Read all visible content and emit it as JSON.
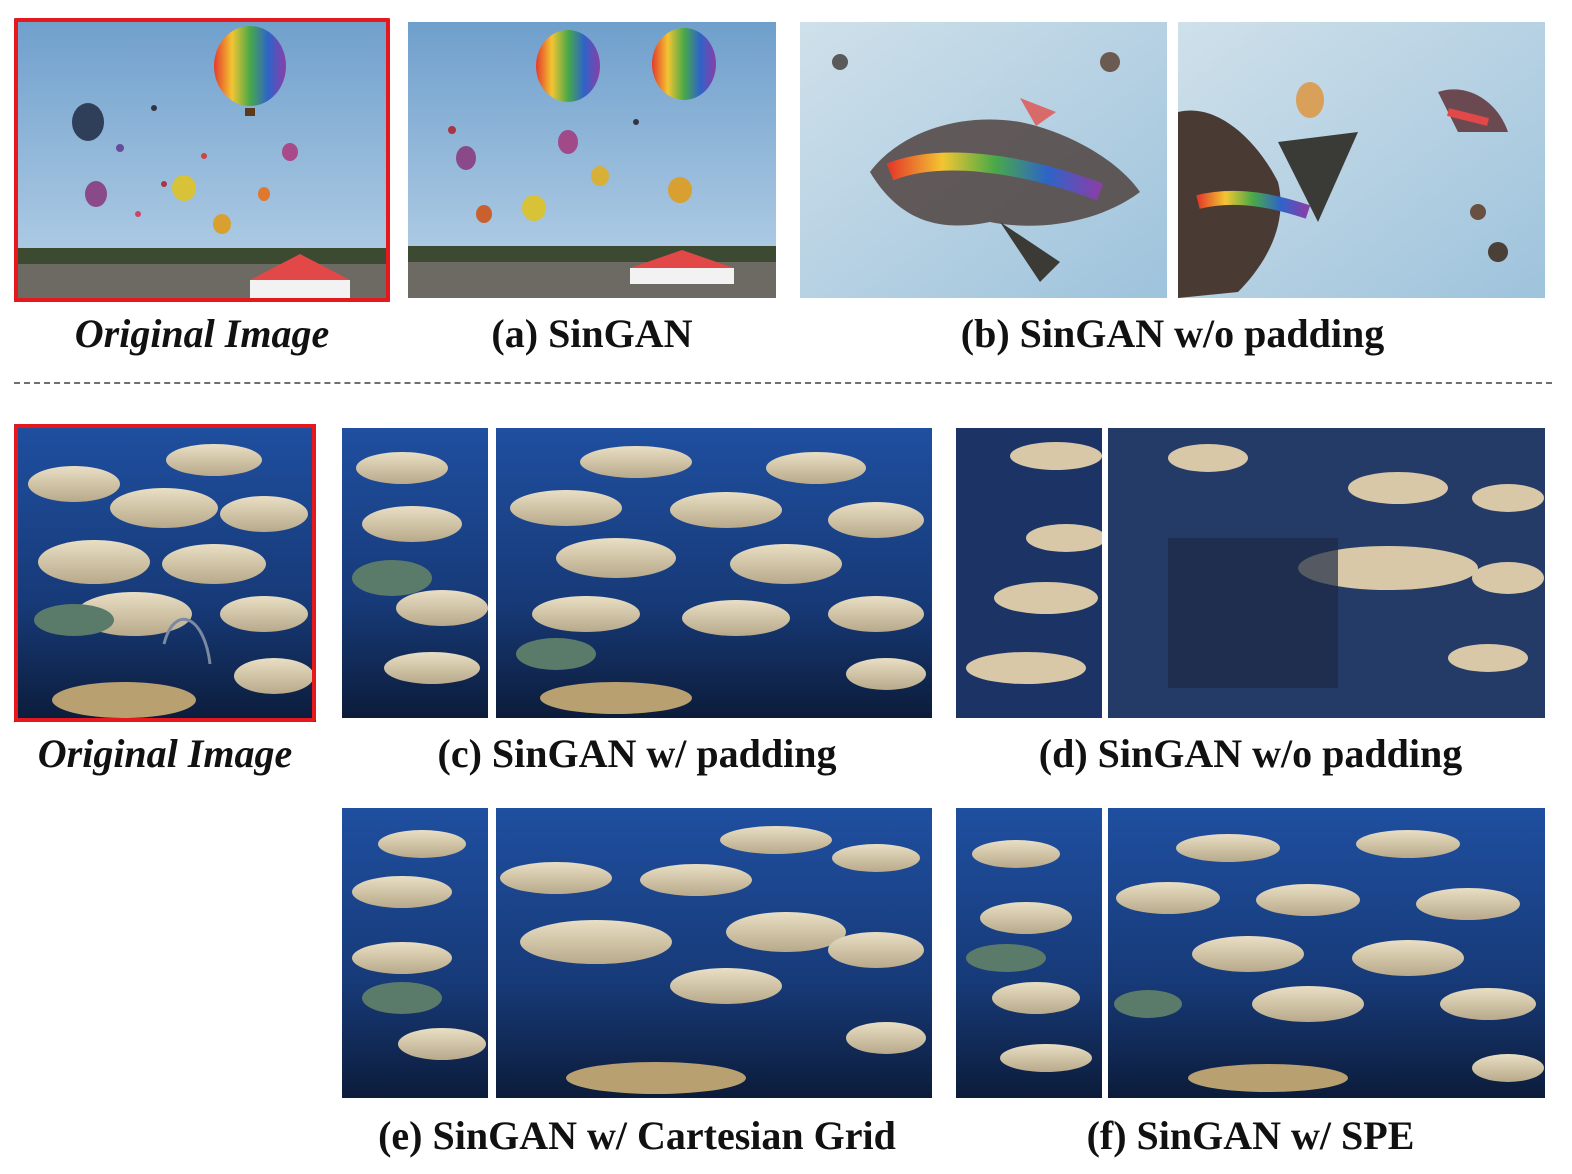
{
  "figure": {
    "top_row": {
      "original_caption": "Original Image",
      "a_caption": "(a) SinGAN",
      "b_caption": "(b) SinGAN w/o padding"
    },
    "bottom_block": {
      "original_caption": "Original Image",
      "c_caption": "(c) SinGAN w/ padding",
      "d_caption": "(d) SinGAN w/o padding",
      "e_caption": "(e) SinGAN w/ Cartesian Grid",
      "f_caption": "(f) SinGAN w/ SPE"
    },
    "colors": {
      "highlight_border": "#e5191d",
      "sky": "#8fb9dc",
      "ocean": "#1a3f86"
    },
    "image_subjects": {
      "top_row": "hot air balloons over a festival crowd",
      "bottom_block": "school of fish underwater"
    }
  }
}
